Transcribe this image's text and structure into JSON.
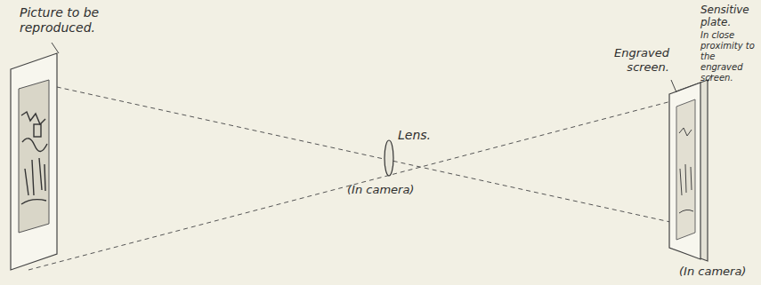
{
  "diagram": {
    "labels": [
      "Picture to be reproduced.",
      "Lens.",
      "(In camera)",
      "Engraved screen.",
      "Sensitive plate.",
      "In close proximity to the engraved screen.",
      "(In camera)"
    ]
  }
}
